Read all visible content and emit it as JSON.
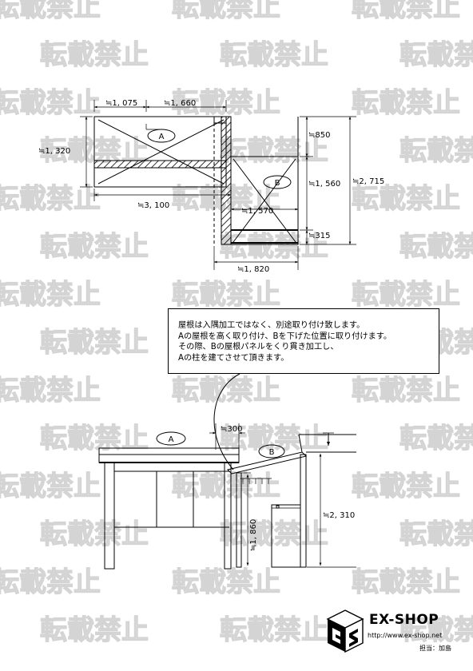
{
  "watermark": {
    "text": "転載禁止"
  },
  "plan": {
    "labels": {
      "roof_a": "A",
      "roof_b": "B"
    },
    "dims": {
      "a_left_width": "≒1, 075",
      "a_right_width": "≒1, 660",
      "a_depth": "≒1, 320",
      "total_width": "≒3, 100",
      "b_inner_width": "≒1, 570",
      "b_width": "≒1, 820",
      "top_offset": "≒850",
      "b_depth": "≒1, 560",
      "bottom_offset": "≒315",
      "total_depth": "≒2, 715"
    }
  },
  "note": {
    "lines": [
      "屋根は入隅加工ではなく、別途取り付け致します。",
      "Aの屋根を高く取り付け、Bを下げた位置に取り付けます。",
      "その際、Bの屋根パネルをくり貫き加工し、",
      "Aの柱を建てさせて頂きます。"
    ]
  },
  "elevation": {
    "labels": {
      "roof_a": "A",
      "roof_b": "B"
    },
    "dims": {
      "overlap": "≒300",
      "b_height": "≒1, 860",
      "total_height": "≒2, 310"
    }
  },
  "logo": {
    "name": "EX-SHOP",
    "url": "http://www.ex-shop.net",
    "staff": "担当：加島"
  }
}
